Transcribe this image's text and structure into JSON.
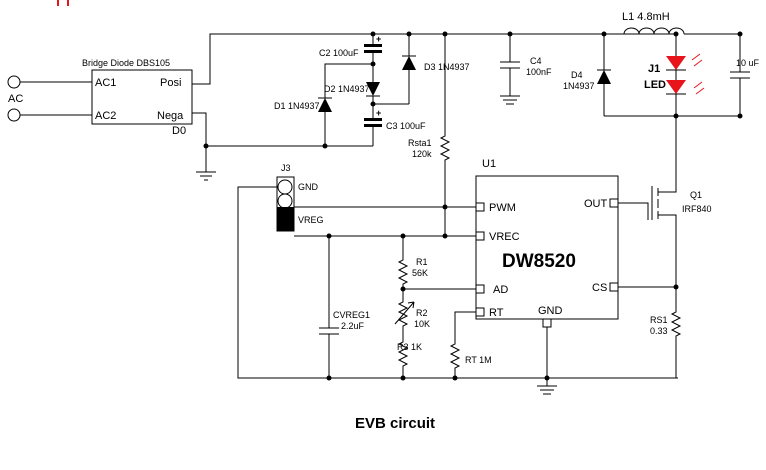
{
  "bridge": {
    "title": "Bridge Diode DBS105",
    "pin_ac1": "AC1",
    "pin_ac2": "AC2",
    "pin_posi": "Posi",
    "pin_nega": "Nega",
    "ref": "D0"
  },
  "ac_label": "AC",
  "c2": "C2 100uF",
  "d2": "D2 1N4937",
  "d1": "D1 1N4937",
  "c3": "C3 100uF",
  "d3": "D3 1N4937",
  "c4": {
    "ref": "C4",
    "value": "100nF"
  },
  "l1": "L1 4.8mH",
  "d4": {
    "ref": "D4",
    "value": "1N4937"
  },
  "j1": {
    "ref": "J1",
    "name": "LED"
  },
  "cout": "10 uF",
  "rsta": {
    "ref": "Rsta1",
    "value": "120k"
  },
  "u1": {
    "ref": "U1",
    "part": "DW8520",
    "pwm": "PWM",
    "vrec": "VREC",
    "ad": "AD",
    "rt": "RT",
    "gnd": "GND",
    "out": "OUT",
    "cs": "CS"
  },
  "j3": {
    "ref": "J3",
    "gnd": "GND",
    "vreg": "VREG"
  },
  "r1": {
    "ref": "R1",
    "value": "56K"
  },
  "r2": {
    "ref": "R2",
    "value": "10K"
  },
  "r3": "R3 1K",
  "rt": "RT 1M",
  "cvreg": {
    "ref": "CVREG1",
    "value": "2.2uF"
  },
  "q1": {
    "ref": "Q1",
    "part": "IRF840"
  },
  "rs1": {
    "ref": "RS1",
    "value": "0.33"
  },
  "caption": "EVB circuit",
  "colors": {
    "led": "#e8141c",
    "wire": "#000000",
    "corner_mark": "#e8141c"
  }
}
